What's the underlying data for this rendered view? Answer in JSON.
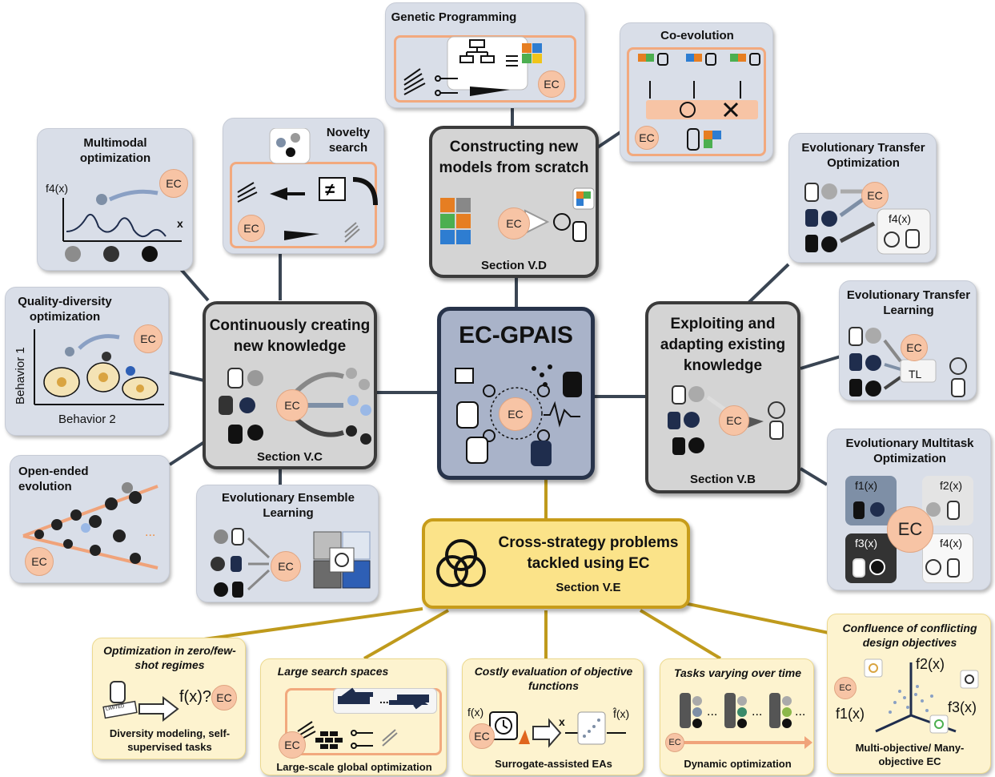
{
  "colors": {
    "hub_border": "#3b3b3b",
    "link_dark": "#3a4553",
    "link_gold": "#bf9a1c",
    "ec_fill": "#f7c4a5",
    "card_fill": "#d9dee8",
    "yellow_fill": "#fdf3cf",
    "center_fill": "#a9b3c9"
  },
  "center": {
    "title": "EC-GPAIS",
    "ec": "EC"
  },
  "hubs": {
    "top": {
      "title": "Constructing new models from scratch",
      "section": "Section V.D",
      "ec": "EC"
    },
    "left": {
      "title": "Continuously creating new knowledge",
      "section": "Section V.C",
      "ec": "EC"
    },
    "right": {
      "title": "Exploiting and adapting existing knowledge",
      "section": "Section V.B",
      "ec": "EC"
    },
    "cross": {
      "title": "Cross-strategy problems tackled using EC",
      "section": "Section V.E"
    }
  },
  "cards": {
    "genetic_programming": {
      "title": "Genetic Programming",
      "ec": "EC"
    },
    "coevolution": {
      "title": "Co-evolution",
      "ec": "EC"
    },
    "novelty": {
      "title": "Novelty search",
      "ec": "EC"
    },
    "multimodal": {
      "title": "Multimodal optimization",
      "ec": "EC",
      "axis_y": "f4(x)",
      "axis_x": "x"
    },
    "quality_diversity": {
      "title": "Quality-diversity optimization",
      "ec": "EC",
      "axis_y": "Behavior 1",
      "axis_x": "Behavior 2"
    },
    "open_ended": {
      "title": "Open-ended evolution",
      "ec": "EC"
    },
    "ensemble": {
      "title": "Evolutionary Ensemble Learning",
      "ec": "EC"
    },
    "eto": {
      "title": "Evolutionary Transfer Optimization",
      "ec": "EC",
      "box": "f4(x)"
    },
    "etl": {
      "title": "Evolutionary Transfer Learning",
      "ec": "EC",
      "box": "TL"
    },
    "emto": {
      "title": "Evolutionary Multitask Optimization",
      "ec": "EC",
      "f1": "f1(x)",
      "f2": "f2(x)",
      "f3": "f3(x)",
      "f4": "f4(x)"
    }
  },
  "bottom": {
    "zero_shot": {
      "title": "Optimization in zero/few-shot regimes",
      "caption": "Diversity modeling, self-supervised tasks",
      "formula": "f(x)?",
      "stamp": "LIMITED",
      "ec": "EC"
    },
    "large_space": {
      "title": "Large search spaces",
      "caption": "Large-scale global optimization",
      "ellipsis": "...",
      "ec": "EC"
    },
    "costly": {
      "title": "Costly evaluation of objective functions",
      "caption": "Surrogate-assisted EAs",
      "fx": "f(x)",
      "x": "x",
      "fhat": "f̂(x)",
      "ec": "EC"
    },
    "dynamic": {
      "title": "Tasks varying over time",
      "caption": "Dynamic optimization",
      "ellipsis": "...",
      "ec": "EC"
    },
    "multiobj": {
      "title": "Confluence of conflicting design objectives",
      "caption": "Multi-objective/ Many-objective EC",
      "f1": "f1(x)",
      "f2": "f2(x)",
      "f3": "f3(x)",
      "ec": "EC"
    }
  }
}
